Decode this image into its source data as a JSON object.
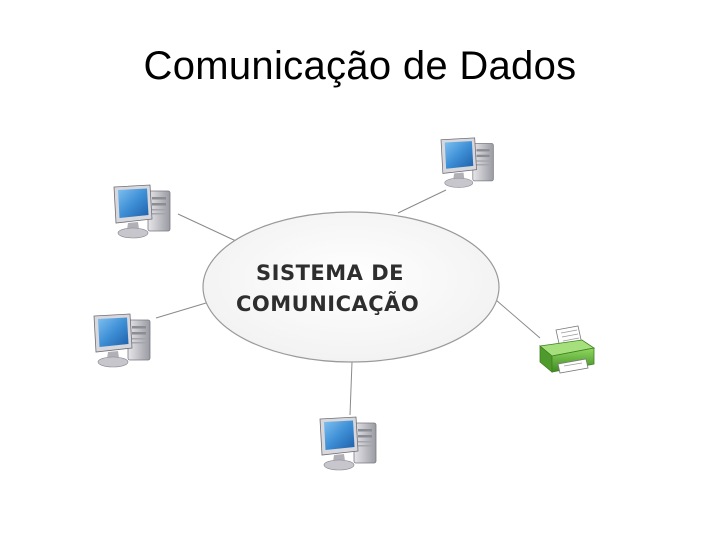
{
  "slide": {
    "title": "Comunicação de Dados"
  },
  "diagram": {
    "hub": {
      "line1": "SISTEMA DE",
      "line2": "COMUNICAÇÃO"
    },
    "nodes": [
      {
        "id": "computer-top-right",
        "kind": "computer-icon"
      },
      {
        "id": "computer-top-left",
        "kind": "computer-icon"
      },
      {
        "id": "computer-middle-left",
        "kind": "computer-icon"
      },
      {
        "id": "computer-bottom",
        "kind": "computer-icon"
      },
      {
        "id": "printer-right",
        "kind": "printer-icon"
      }
    ],
    "colors": {
      "screen": "#3e8fd6",
      "case": "#c8c8cc",
      "printer": "#5fae3a",
      "line": "#8a8a8a"
    }
  }
}
